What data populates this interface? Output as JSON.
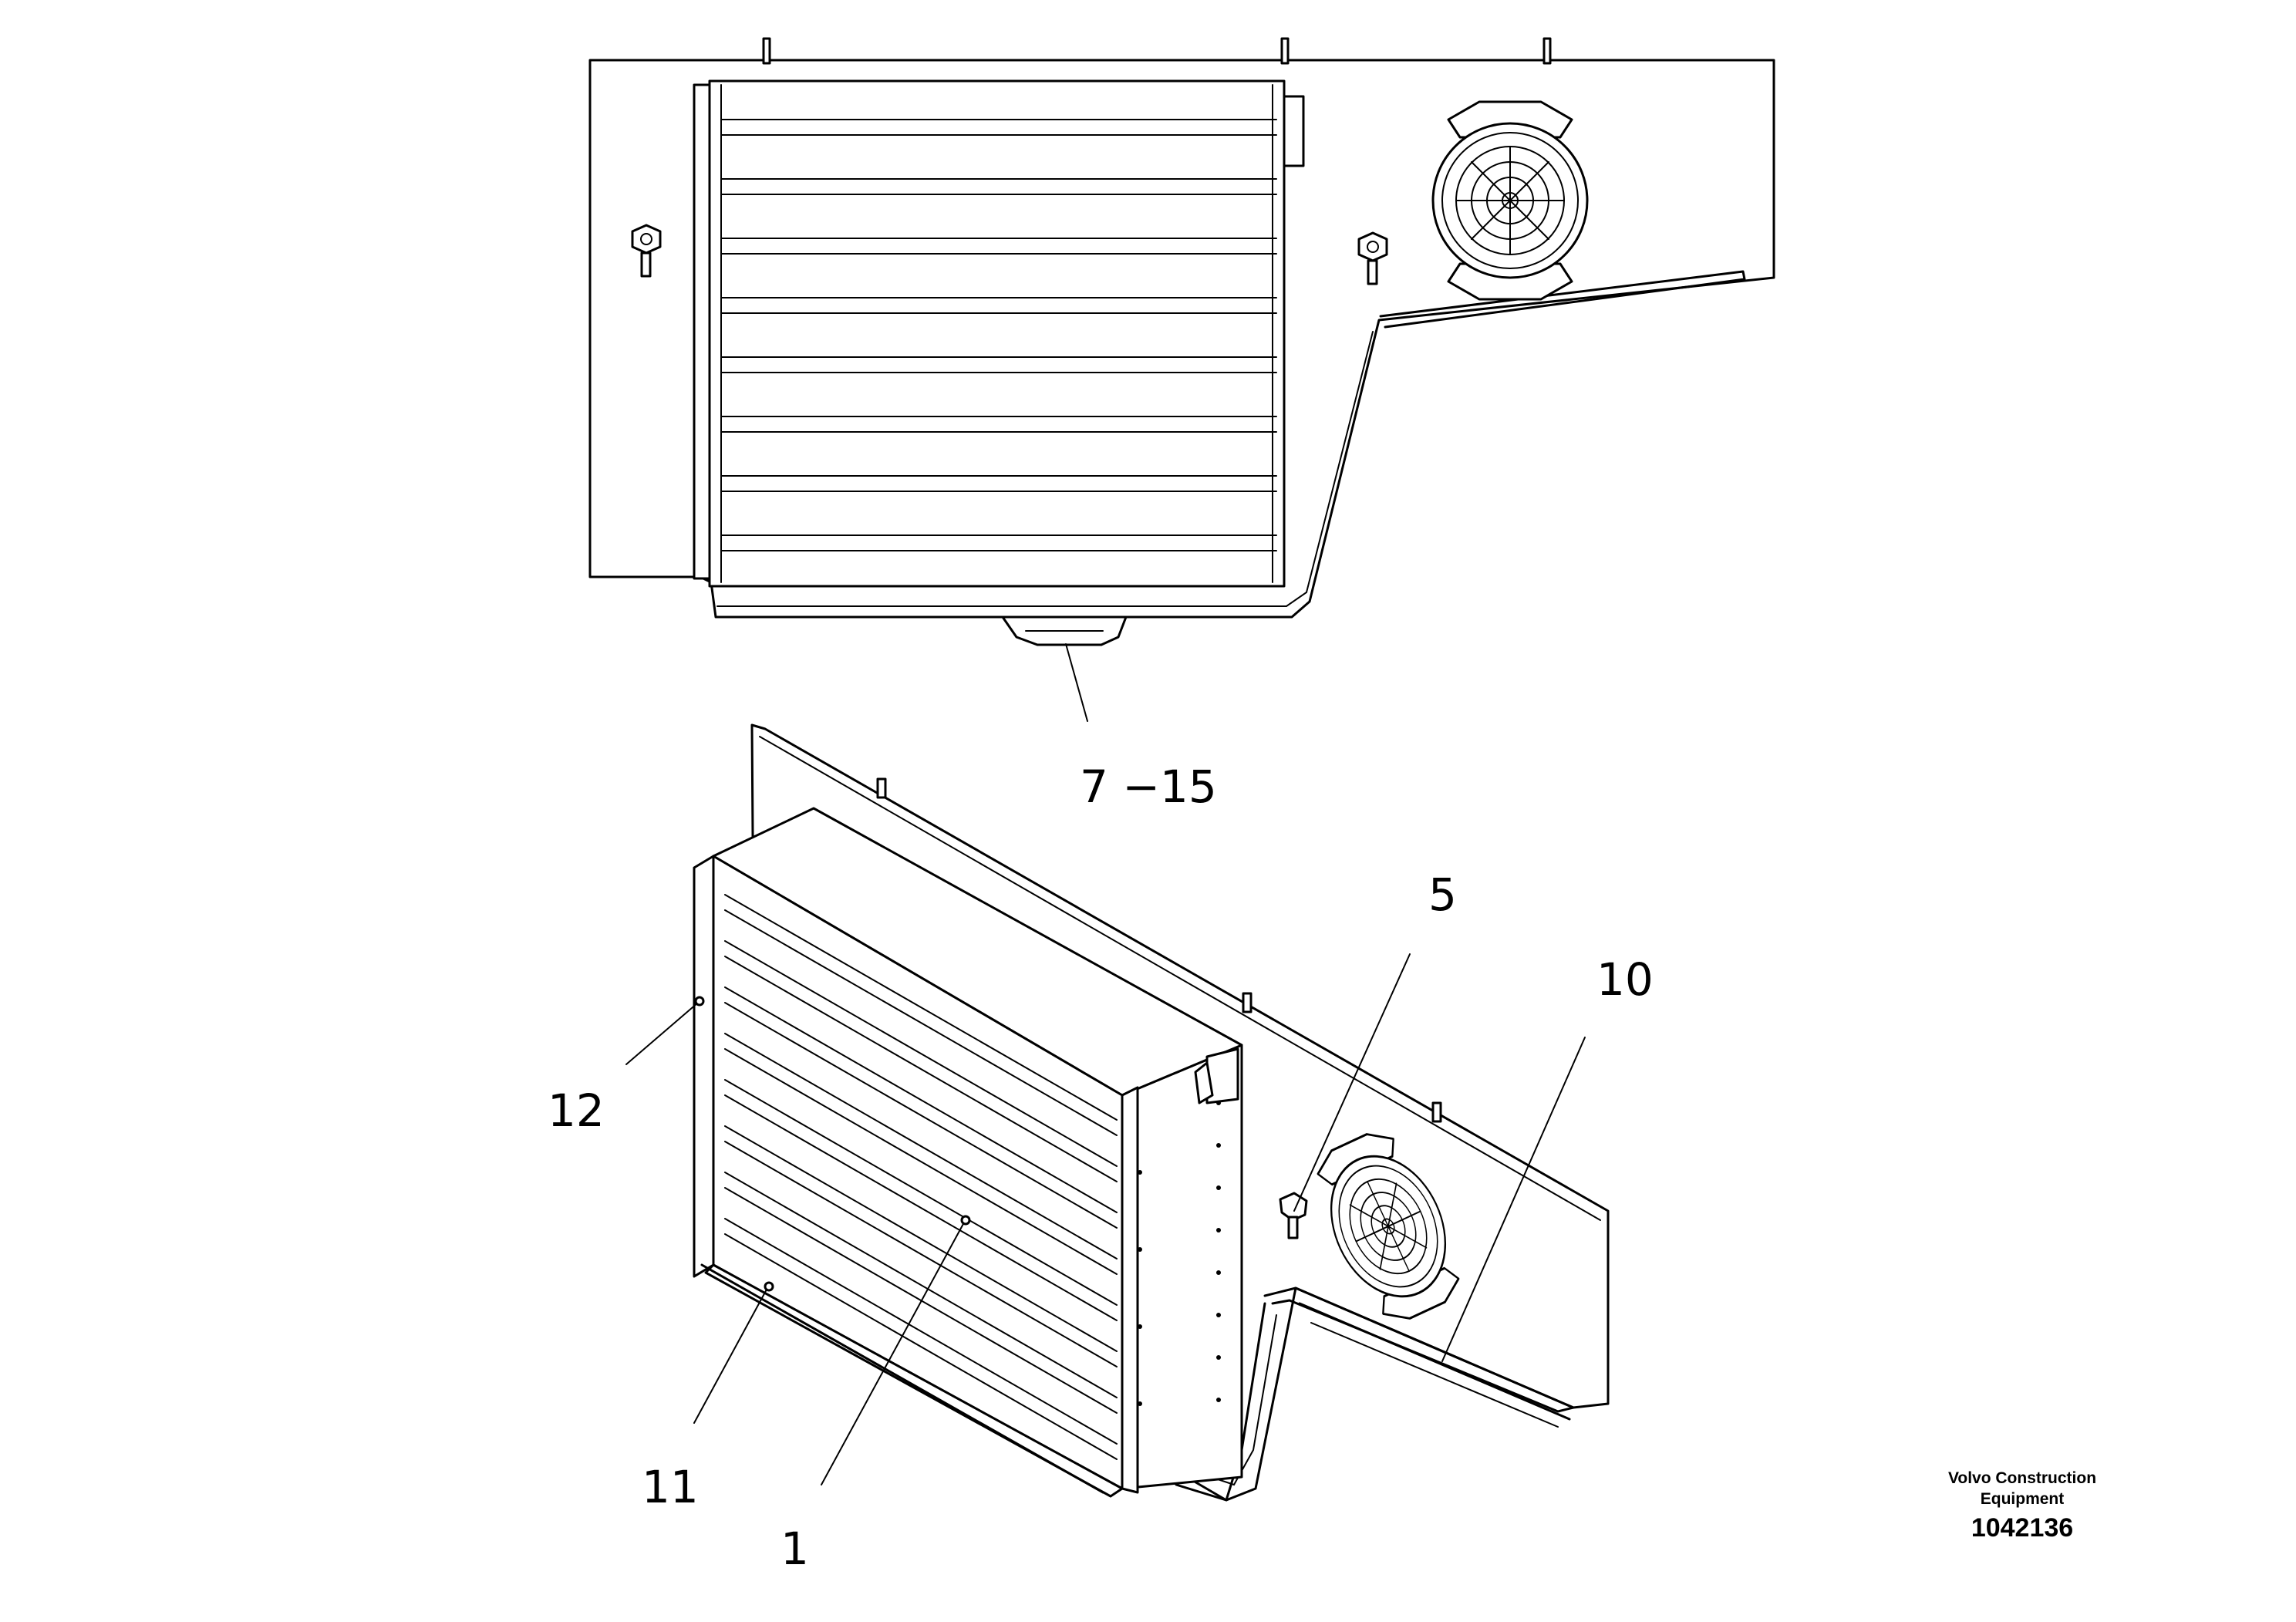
{
  "callouts": {
    "c7_15": "7 −15",
    "c5": "5",
    "c10": "10",
    "c12": "12",
    "c11": "11",
    "c1": "1"
  },
  "footer": {
    "brand_line1": "Volvo Construction",
    "brand_line2": "Equipment",
    "doc_number": "1042136"
  }
}
